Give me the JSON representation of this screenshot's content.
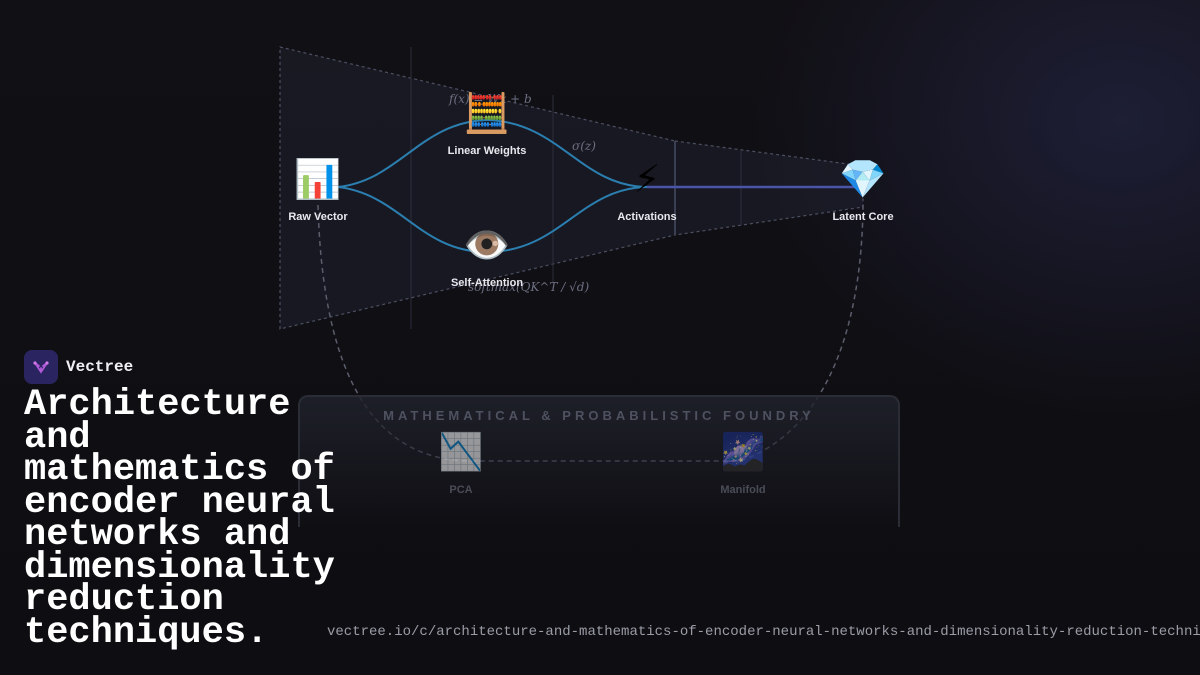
{
  "diagram": {
    "nodes": {
      "raw_vector": {
        "icon": "bar-chart-icon",
        "glyph": "📊",
        "label": "Raw Vector"
      },
      "linear_weights": {
        "icon": "abacus-icon",
        "glyph": "🧮",
        "label": "Linear Weights"
      },
      "self_attention": {
        "icon": "eye-icon",
        "glyph": "👁️",
        "label": "Self-Attention"
      },
      "activations": {
        "icon": "lightning-icon",
        "glyph": "⚡",
        "label": "Activations"
      },
      "latent_core": {
        "icon": "gem-icon",
        "glyph": "💎",
        "label": "Latent Core"
      }
    },
    "formulas": {
      "linear": "f(x) = Wx + b",
      "activation": "σ(z)",
      "attention": "softmax(QK^T / √d)"
    },
    "colors": {
      "edge": "#2b7fb0",
      "latent_link": "#4a55a8",
      "funnel": "#3a3f52"
    }
  },
  "foundry": {
    "title": "MATHEMATICAL & PROBABILISTIC FOUNDRY",
    "items": [
      {
        "icon": "chart-decreasing-icon",
        "glyph": "📉",
        "label": "PCA"
      },
      {
        "icon": "milky-way-icon",
        "glyph": "🌌",
        "label": "Manifold"
      }
    ]
  },
  "brand": {
    "name": "Vectree",
    "logo_color": "#2a2560",
    "accent": "#b05ad8"
  },
  "headline": "Architecture and mathematics of encoder neural networks and dimensionality reduction techniques.",
  "url": "vectree.io/c/architecture-and-mathematics-of-encoder-neural-networks-and-dimensionality-reduction-techniques"
}
